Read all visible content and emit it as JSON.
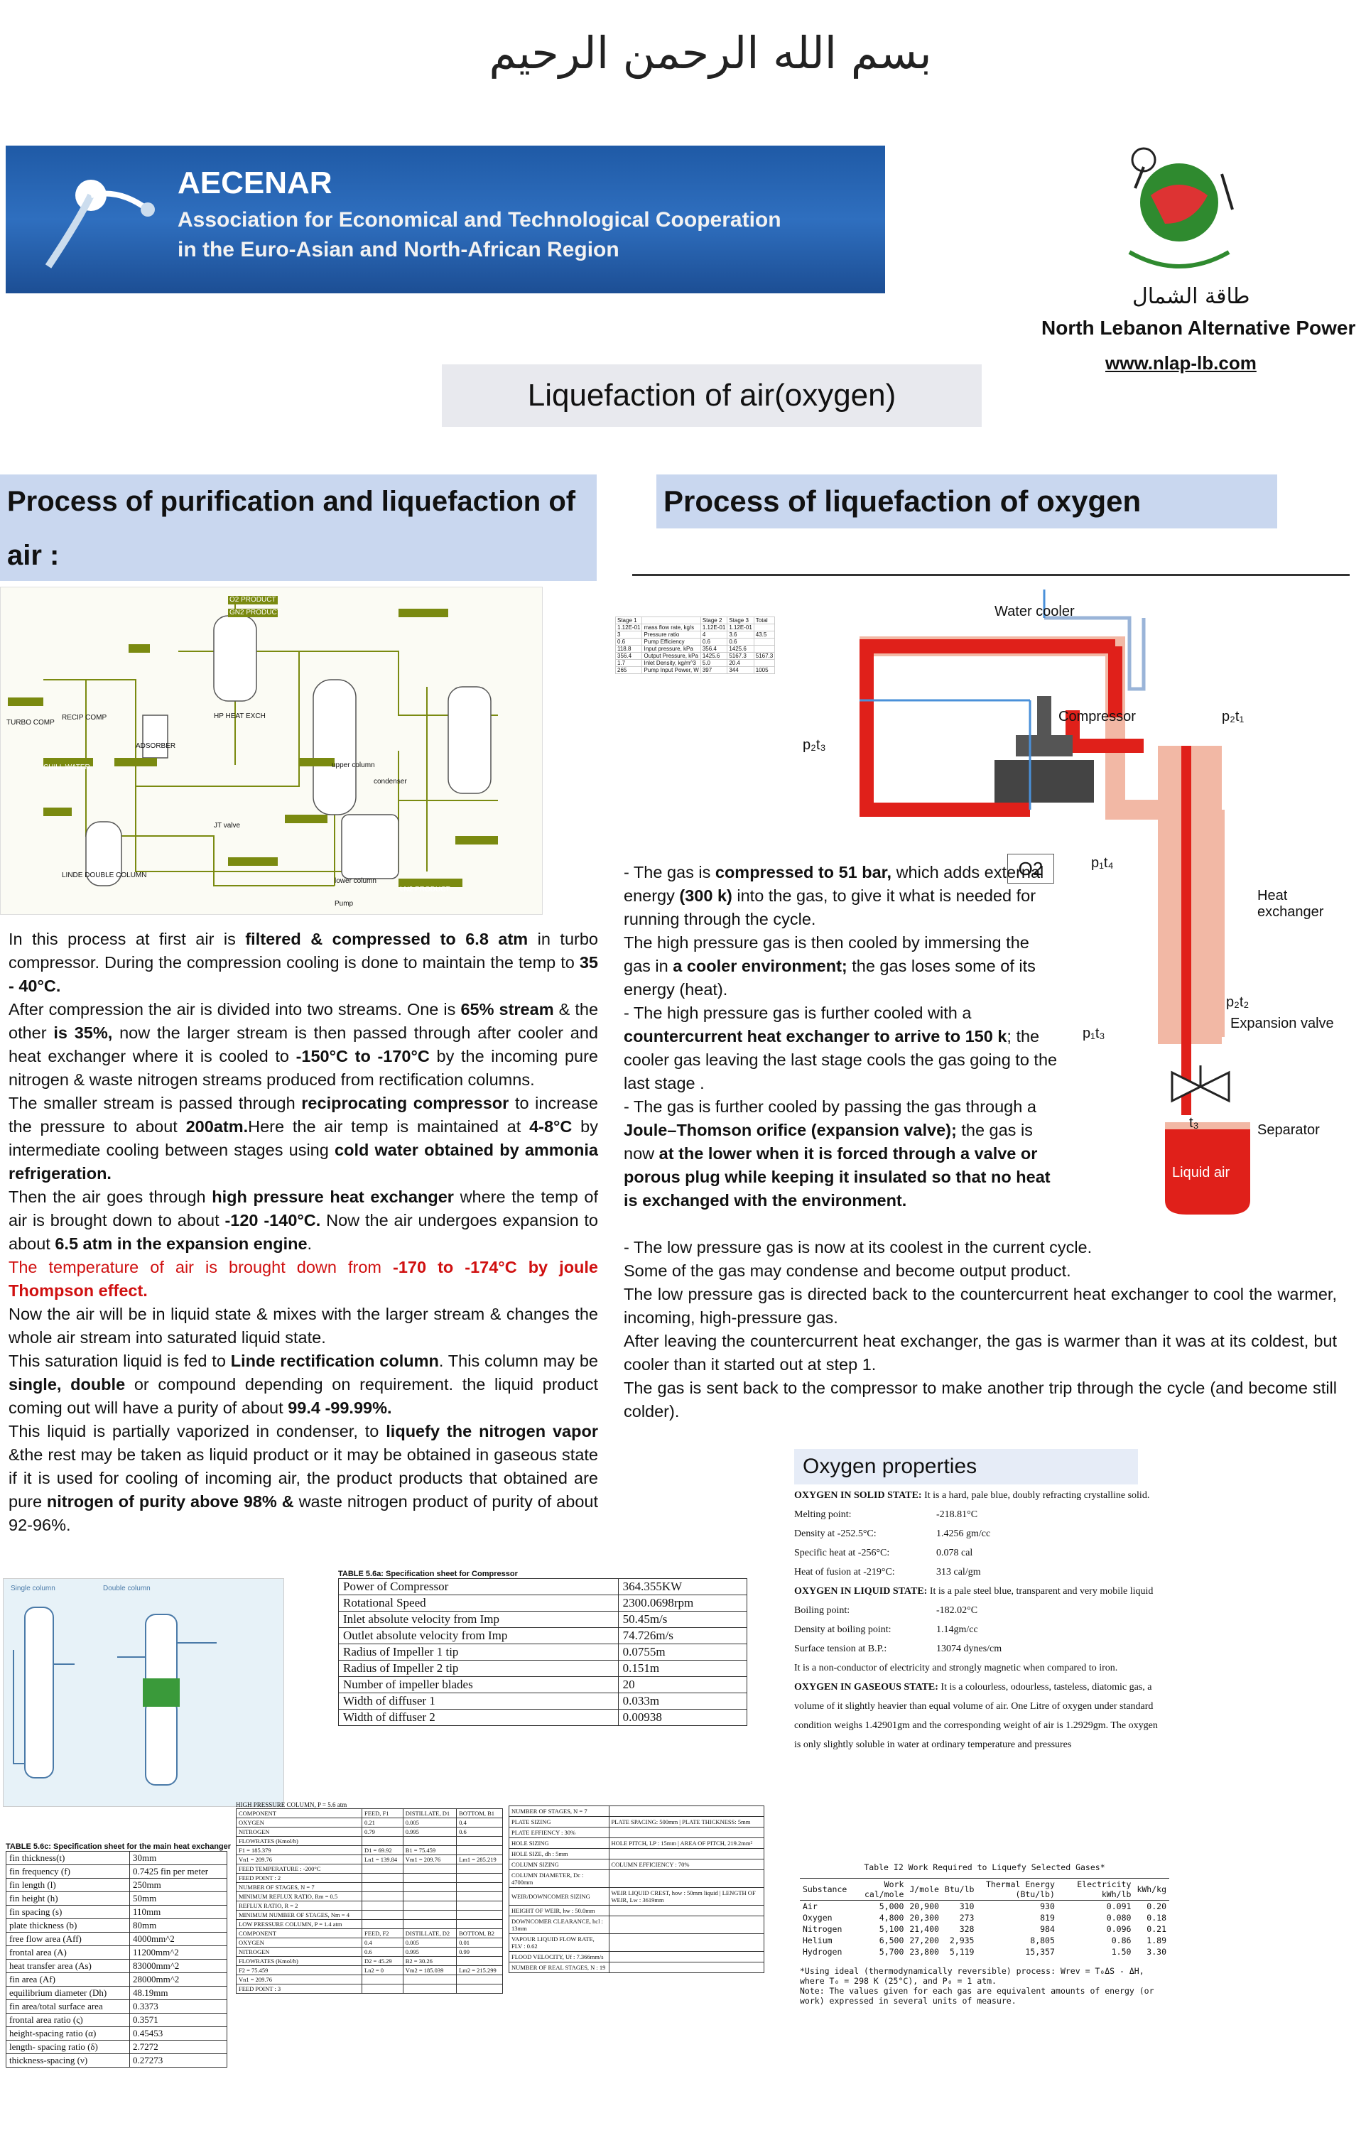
{
  "header": {
    "bismillah": "بسم الله الرحمن الرحيم",
    "aecenar": {
      "name": "AECENAR",
      "line1": "Association for Economical and Technological Cooperation",
      "line2": "in the Euro-Asian and North-African Region"
    },
    "nlap": {
      "arabic": "طاقة الشمال",
      "name": "North Lebanon Alternative Power",
      "url": "www.nlap-lb.com"
    }
  },
  "title": "Liquefaction of air(oxygen)",
  "section1": {
    "heading": "Process of purification and  liquefaction of air :",
    "paragraphs": [
      [
        {
          "t": "In this process at first air is "
        },
        {
          "t": "filtered & compressed to 6.8 atm",
          "b": true
        },
        {
          "t": " in turbo compressor. During the compression cooling is done to maintain the temp to "
        },
        {
          "t": "35 - 40°C.",
          "b": true
        }
      ],
      [
        {
          "t": "After compression the air is divided into two streams. One is "
        },
        {
          "t": "65% stream",
          "b": true
        },
        {
          "t": " & the other "
        },
        {
          "t": "is 35%,",
          "b": true
        },
        {
          "t": " now the larger stream is then passed through after cooler and heat exchanger where it is cooled to "
        },
        {
          "t": "-150°C to -170°C",
          "b": true
        },
        {
          "t": " by the incoming pure nitrogen & waste nitrogen streams produced from rectification columns."
        }
      ],
      [
        {
          "t": "The smaller stream is passed through "
        },
        {
          "t": "reciprocating compressor",
          "b": true
        },
        {
          "t": " to increase the pressure to about "
        },
        {
          "t": "200atm.",
          "b": true
        },
        {
          "t": "Here the air temp is maintained at "
        },
        {
          "t": "4-8°C",
          "b": true
        },
        {
          "t": " by intermediate cooling between stages using "
        },
        {
          "t": "cold water obtained by ammonia refrigeration.",
          "b": true
        }
      ],
      [
        {
          "t": "Then the air goes through "
        },
        {
          "t": "high pressure heat exchanger",
          "b": true
        },
        {
          "t": " where the temp of air is brought down to about "
        },
        {
          "t": "-120 -140°C.",
          "b": true
        },
        {
          "t": " Now the air undergoes expansion to about "
        },
        {
          "t": "6.5 atm in the expansion engine",
          "b": true
        },
        {
          "t": "."
        }
      ],
      [
        {
          "t": "The temperature of air is brought down from ",
          "r": true
        },
        {
          "t": "-170 to -174°C by joule Thompson effect.",
          "r": true,
          "b": true
        }
      ],
      [
        {
          "t": "Now the air will be in liquid state & mixes with the larger stream & changes the whole air stream into saturated liquid state."
        }
      ],
      [
        {
          "t": "This saturation liquid is fed to "
        },
        {
          "t": "Linde rectification column",
          "b": true
        },
        {
          "t": ". This column may be "
        },
        {
          "t": "single, double",
          "b": true
        },
        {
          "t": " or compound depending on requirement. the liquid product coming out will have a purity of about "
        },
        {
          "t": "99.4 -99.99%.",
          "b": true
        }
      ],
      [
        {
          "t": "This liquid is partially vaporized in condenser, to "
        },
        {
          "t": "liquefy the nitrogen vapor",
          "b": true
        },
        {
          "t": " &the rest may be taken  as liquid product or it may be obtained in gaseous state if it is used for cooling of incoming air, the product products that obtained are pure "
        },
        {
          "t": "nitrogen of purity above 98% &",
          "b": true
        },
        {
          "t": " waste nitrogen product of purity of about 92-96%."
        }
      ]
    ]
  },
  "section2": {
    "heading": "Process of liquefaction of oxygen",
    "paragraphs_upper": [
      [
        {
          "t": "- The gas is "
        },
        {
          "t": "compressed to 51 bar,",
          "b": true
        },
        {
          "t": " which adds external energy  "
        },
        {
          "t": "(300 k)",
          "b": true
        },
        {
          "t": " into the gas, to give it what is needed for running through the cycle."
        }
      ],
      [
        {
          "t": "The high pressure gas is then cooled by immersing the gas in "
        },
        {
          "t": "a cooler environment;",
          "b": true
        },
        {
          "t": " the gas loses some of its energy (heat)."
        }
      ],
      [
        {
          "t": "- The high pressure gas is further cooled with a "
        },
        {
          "t": "countercurrent heat exchanger to arrive to 150 k",
          "b": true
        },
        {
          "t": "; the cooler gas leaving the last stage cools the gas going to the last stage ."
        }
      ],
      [
        {
          "t": "- The gas is further cooled by passing the gas through a "
        },
        {
          "t": "Joule–Thomson orifice (expansion valve);",
          "b": true
        },
        {
          "t": " the gas is now "
        },
        {
          "t": "at the lower when it is forced through a valve or porous plug while keeping it insulated so that no heat is exchanged with the environment.",
          "b": true
        }
      ]
    ],
    "paragraphs_lower": [
      [
        {
          "t": "- The low pressure gas is now at its coolest in the current cycle."
        }
      ],
      [
        {
          "t": "Some of the gas may condense and become output product."
        }
      ],
      [
        {
          "t": "The low pressure gas is directed back to the countercurrent heat exchanger to cool the warmer, incoming, high-pressure gas."
        }
      ],
      [
        {
          "t": "After leaving the countercurrent heat exchanger, the gas is warmer than it was at its coldest, but cooler than it started out at step 1."
        }
      ],
      [
        {
          "t": "The gas is sent back to the compressor to make another trip through the cycle (and become still colder)."
        }
      ]
    ]
  },
  "diagram": {
    "water_cooler": "Water cooler",
    "compressor": "Compressor",
    "o2": "O2",
    "heat_exchanger": "Heat exchanger",
    "expansion_valve": "Expansion valve",
    "separator": "Separator",
    "liquid_air": "Liquid air",
    "p2t1": "p₂t₁",
    "p2t3": "p₂t₃",
    "p1t4": "p₁t₄",
    "p2t2": "p₂t₂",
    "p1t3": "p₁t₃",
    "t3": "t₃"
  },
  "stage_table": {
    "header": [
      "Stage 1",
      "",
      "Stage 2",
      "Stage 3",
      "Total"
    ],
    "rows": [
      [
        "1.12E-01",
        "mass flow rate, kg/s",
        "1.12E-01",
        "1.12E-01",
        ""
      ],
      [
        "3",
        "Pressure ratio",
        "4",
        "3.6",
        "43.5"
      ],
      [
        "0.6",
        "Pump Efficiency",
        "0.6",
        "0.6",
        ""
      ],
      [
        "118.8",
        "Input pressure, kPa",
        "356.4",
        "1425.6",
        ""
      ],
      [
        "356.4",
        "Output Pressure, kPa",
        "1425.6",
        "5167.3",
        "5167.3"
      ],
      [
        "1.7",
        "Inlet Density, kg/m^3",
        "5.0",
        "20.4",
        ""
      ],
      [
        "265",
        "Pump Input Power, W",
        "397",
        "344",
        "1005"
      ]
    ]
  },
  "process_flow": {
    "labels": [
      "O2 PRODUCT",
      "GN2 PRODUCT",
      "TURBO COMP",
      "RECIP COMP",
      "ADSORBER",
      "HP HEAT EXCH",
      "upper column",
      "condenser",
      "lower column",
      "CHILL WATER",
      "WATER",
      "LN2 PRODUCT",
      "JT valve",
      "LINDE DOUBLE COLUMN",
      "Pump"
    ]
  },
  "oxygen": {
    "heading": "Oxygen properties",
    "solid_title": "OXYGEN IN SOLID STATE:",
    "solid_text": " It is a hard, pale blue, doubly refracting crystalline solid.",
    "solid_props": [
      [
        "Melting point:",
        "-218.81°C"
      ],
      [
        "Density at -252.5°C:",
        "1.4256 gm/cc"
      ],
      [
        "Specific heat at -256°C:",
        "0.078 cal"
      ],
      [
        "Heat of fusion at -219°C:",
        "313 cal/gm"
      ]
    ],
    "liquid_title": "OXYGEN IN LIQUID STATE:",
    "liquid_text": " It is a pale steel blue, transparent and very mobile liquid",
    "liquid_props": [
      [
        "Boiling point:",
        "-182.02°C"
      ],
      [
        "Density at boiling point:",
        "1.14gm/cc"
      ],
      [
        "Surface tension at B.P.:",
        "13074 dynes/cm"
      ]
    ],
    "conductor": "It is a non-conductor of electricity and strongly magnetic when compared to iron.",
    "gas_title": "OXYGEN IN GASEOUS STATE:",
    "gas_text": " It is a colourless, odourless, tasteless, diatomic gas, a volume of it slightly heavier than equal volume of air. One Litre of oxygen under standard condition weighs 1.42901gm and the corresponding weight of air is 1.2929gm. The oxygen is only slightly soluble in water at ordinary temperature and pressures"
  },
  "compressor_table": {
    "caption": "TABLE 5.6a: Specification sheet for Compressor",
    "rows": [
      [
        "Power of Compressor",
        "364.355KW"
      ],
      [
        "Rotational Speed",
        "2300.0698rpm"
      ],
      [
        "Inlet absolute velocity from Imp",
        "50.45m/s"
      ],
      [
        "Outlet absolute velocity from Imp",
        "74.726m/s"
      ],
      [
        "Radius of Impeller 1 tip",
        "0.0755m"
      ],
      [
        "Radius of Impeller 2 tip",
        "0.151m"
      ],
      [
        "Number of impeller blades",
        "20"
      ],
      [
        "Width of diffuser 1",
        "0.033m"
      ],
      [
        "Width of diffuser 2",
        "0.00938"
      ]
    ]
  },
  "heat_exchanger_table": {
    "caption": "TABLE 5.6c: Specification sheet for the main heat exchanger",
    "rows": [
      [
        "fin thickness(t)",
        "30mm"
      ],
      [
        "fin frequency (f)",
        "0.7425 fin per meter"
      ],
      [
        "fin length (l)",
        "250mm"
      ],
      [
        "fin height (h)",
        "50mm"
      ],
      [
        "fin spacing (s)",
        "110mm"
      ],
      [
        "plate thickness (b)",
        "80mm"
      ],
      [
        "free flow area (Aff)",
        "4000mm^2"
      ],
      [
        "frontal area (A)",
        "11200mm^2"
      ],
      [
        "heat transfer area (As)",
        "83000mm^2"
      ],
      [
        "fin area (Af)",
        "28000mm^2"
      ],
      [
        "equilibrium diameter (Dh)",
        "48.19mm"
      ],
      [
        "fin area/total surface area",
        "0.3373"
      ],
      [
        "frontal area ratio (ς)",
        "0.3571"
      ],
      [
        "height-spacing ratio (α)",
        "0.45453"
      ],
      [
        "length- spacing ratio (δ)",
        "2.7272"
      ],
      [
        "thickness-spacing (ν)",
        "0.27273"
      ]
    ]
  },
  "column_labels": {
    "single": "Single column",
    "double": "Double column"
  },
  "hp_column": {
    "title": "HIGH PRESSURE COLUMN, P = 5.6 atm",
    "rows": [
      [
        "COMPONENT",
        "FEED, F1",
        "DISTILLATE, D1",
        "BOTTOM, B1"
      ],
      [
        "OXYGEN",
        "0.21",
        "0.005",
        "0.4"
      ],
      [
        "NITROGEN",
        "0.79",
        "0.995",
        "0.6"
      ],
      [
        "FLOWRATES (Kmol/h)",
        "",
        "",
        ""
      ],
      [
        "F1 = 185.379",
        "D1 = 69.92",
        "B1 = 75.459",
        ""
      ],
      [
        "Vn1 = 209.76",
        "Ln1 = 139.84",
        "Vm1 = 209.76",
        "Lm1 = 285.219"
      ],
      [
        "FEED TEMPERATURE : -200°C",
        "",
        "",
        ""
      ],
      [
        "FEED POINT : 2",
        "",
        "",
        ""
      ],
      [
        "NUMBER OF STAGES, N = 7",
        "",
        "",
        ""
      ],
      [
        "MINIMUM REFLUX RATIO, Rm = 0.5",
        "",
        "",
        ""
      ],
      [
        "REFLUX RATIO, R = 2",
        "",
        "",
        ""
      ],
      [
        "MINIMUM NUMBER OF STAGES, Nm = 4",
        "",
        "",
        ""
      ],
      [
        "LOW PRESSURE COLUMN, P = 1.4 atm",
        "",
        "",
        ""
      ],
      [
        "COMPONENT",
        "FEED, F2",
        "DISTILLATE, D2",
        "BOTTOM, B2"
      ],
      [
        "OXYGEN",
        "0.4",
        "0.005",
        "0.01"
      ],
      [
        "NITROGEN",
        "0.6",
        "0.995",
        "0.99"
      ],
      [
        "FLOWRATES (Kmol/h)",
        "D2 = 45.29",
        "B2 = 30.26",
        ""
      ],
      [
        "F2 = 75.459",
        "Ln2 = 0",
        "Vm2 = 185.039",
        "Lm2 = 215.299"
      ],
      [
        "Vn1 = 209.76",
        "",
        "",
        ""
      ],
      [
        "FEED POINT : 3",
        "",
        "",
        ""
      ]
    ]
  },
  "plate_table": {
    "rows": [
      [
        "NUMBER OF STAGES, N = 7",
        ""
      ],
      [
        "PLATE SIZING",
        "PLATE SPACING: 500mm | PLATE THICKNESS: 5mm"
      ],
      [
        "PLATE EFFIENCY : 30%",
        ""
      ],
      [
        "HOLE SIZING",
        "HOLE PITCH, LP : 15mm | AREA OF PITCH, 219.2mm²"
      ],
      [
        "HOLE SIZE, dh : 5mm",
        ""
      ],
      [
        "COLUMN SIZING",
        "COLUMN EFFICIENCY : 70%"
      ],
      [
        "COLUMN DIAMETER, Dc : 4700mm",
        ""
      ],
      [
        "WEIR/DOWNCOMER SIZING",
        "WEIR LIQUID CREST, how : 50mm liquid | LENGTH OF WEIR, Lw : 3619mm"
      ],
      [
        "HEIGHT OF WEIR, hw : 50.0mm",
        ""
      ],
      [
        "DOWNCOMER CLEARANCE, hcl : 13mm",
        ""
      ],
      [
        "VAPOUR LIQUID FLOW RATE, FLV : 0.62",
        ""
      ],
      [
        "FLOOD VELOCITY, Uf : 7.366mm/s",
        ""
      ],
      [
        "NUMBER OF REAL STAGES, N : 19",
        ""
      ]
    ]
  },
  "work_table": {
    "title": "Table I2  Work Required to Liquefy Selected Gases*",
    "headers": [
      "Substance",
      "Work cal/mole",
      "J/mole",
      "Btu/lb",
      "Thermal Energy (Btu/lb)",
      "Electricity kWh/lb",
      "kWh/kg"
    ],
    "rows": [
      [
        "Air",
        "5,000",
        "20,900",
        "310",
        "930",
        "0.091",
        "0.20"
      ],
      [
        "Oxygen",
        "4,800",
        "20,300",
        "273",
        "819",
        "0.080",
        "0.18"
      ],
      [
        "Nitrogen",
        "5,100",
        "21,400",
        "328",
        "984",
        "0.096",
        "0.21"
      ],
      [
        "Helium",
        "6,500",
        "27,200",
        "2,935",
        "8,805",
        "0.86",
        "1.89"
      ],
      [
        "Hydrogen",
        "5,700",
        "23,800",
        "5,119",
        "15,357",
        "1.50",
        "3.30"
      ]
    ],
    "footnote1": "*Using ideal (thermodynamically reversible) process: Wrev = T₀ΔS - ΔH, where T₀ = 298 K (25°C), and P₀ = 1 atm.",
    "footnote2": "Note:  The values given for each gas are equivalent amounts of energy (or work) expressed in several units of measure."
  },
  "colors": {
    "banner_blue": "#2a66b5",
    "section_bg": "#c9d7ef",
    "pipe_red": "#e0201a",
    "pipe_salmon": "#f2b8a5",
    "flow_green": "#7a8a10"
  }
}
